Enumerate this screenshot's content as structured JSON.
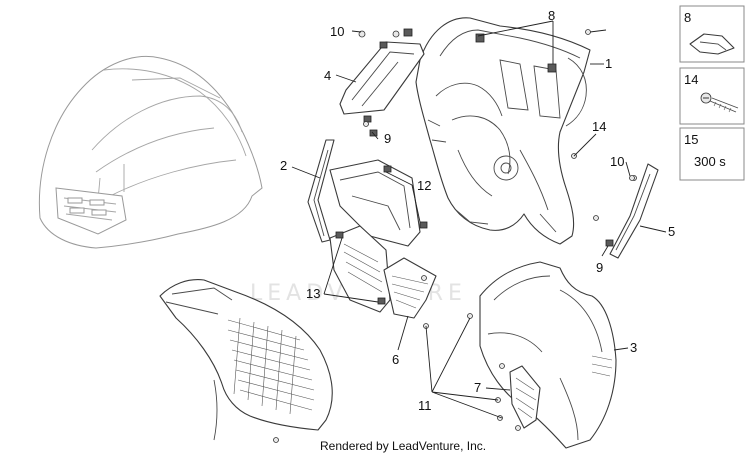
{
  "watermark": "LEADVENTURE",
  "footer": "Rendered by LeadVenture, Inc.",
  "callouts": {
    "c10a": "10",
    "c8": "8",
    "c1": "1",
    "c4": "4",
    "c9a": "9",
    "c14": "14",
    "c2": "2",
    "c12": "12",
    "c10b": "10",
    "c5": "5",
    "c9b": "9",
    "c13": "13",
    "c6": "6",
    "c3": "3",
    "c7": "7",
    "c11": "11"
  },
  "legend": [
    {
      "number": "8",
      "text": "",
      "icon": "clip-icon"
    },
    {
      "number": "14",
      "text": "",
      "icon": "screw-icon"
    },
    {
      "number": "15",
      "text": "300 s",
      "icon": ""
    }
  ]
}
